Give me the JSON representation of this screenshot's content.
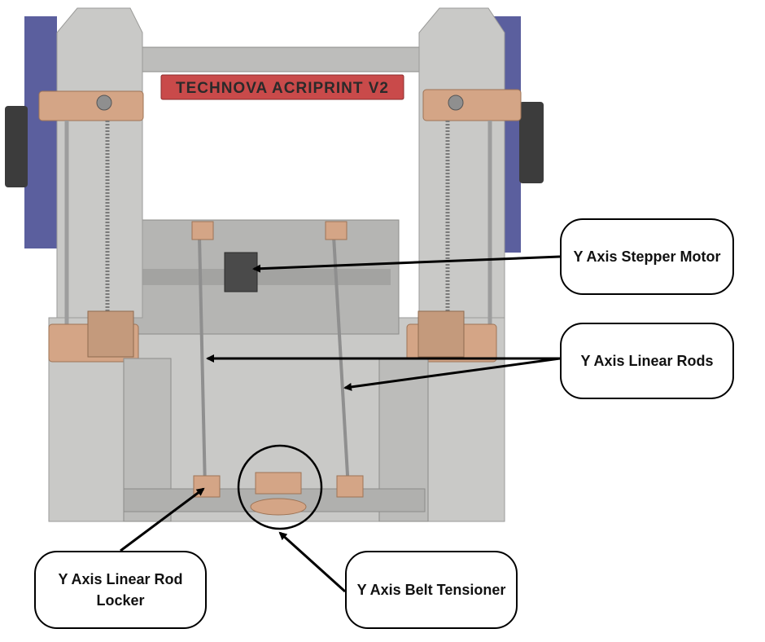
{
  "brand_plate": "TECHNOVA ACRIPRINT V2",
  "callouts": {
    "stepper_motor": "Y Axis Stepper Motor",
    "linear_rods": "Y Axis Linear Rods",
    "rod_locker_line1": "Y Axis Linear Rod",
    "rod_locker_line2": "Locker",
    "belt_tensioner": "Y Axis Belt Tensioner"
  },
  "colors": {
    "acrylic": "#c9c9c7",
    "acrylic_dark": "#a8a8a6",
    "printed_parts": "#d4a586",
    "side_panels": "#5b5f9e",
    "plate": "#c94a4a",
    "arrow": "#000000"
  }
}
